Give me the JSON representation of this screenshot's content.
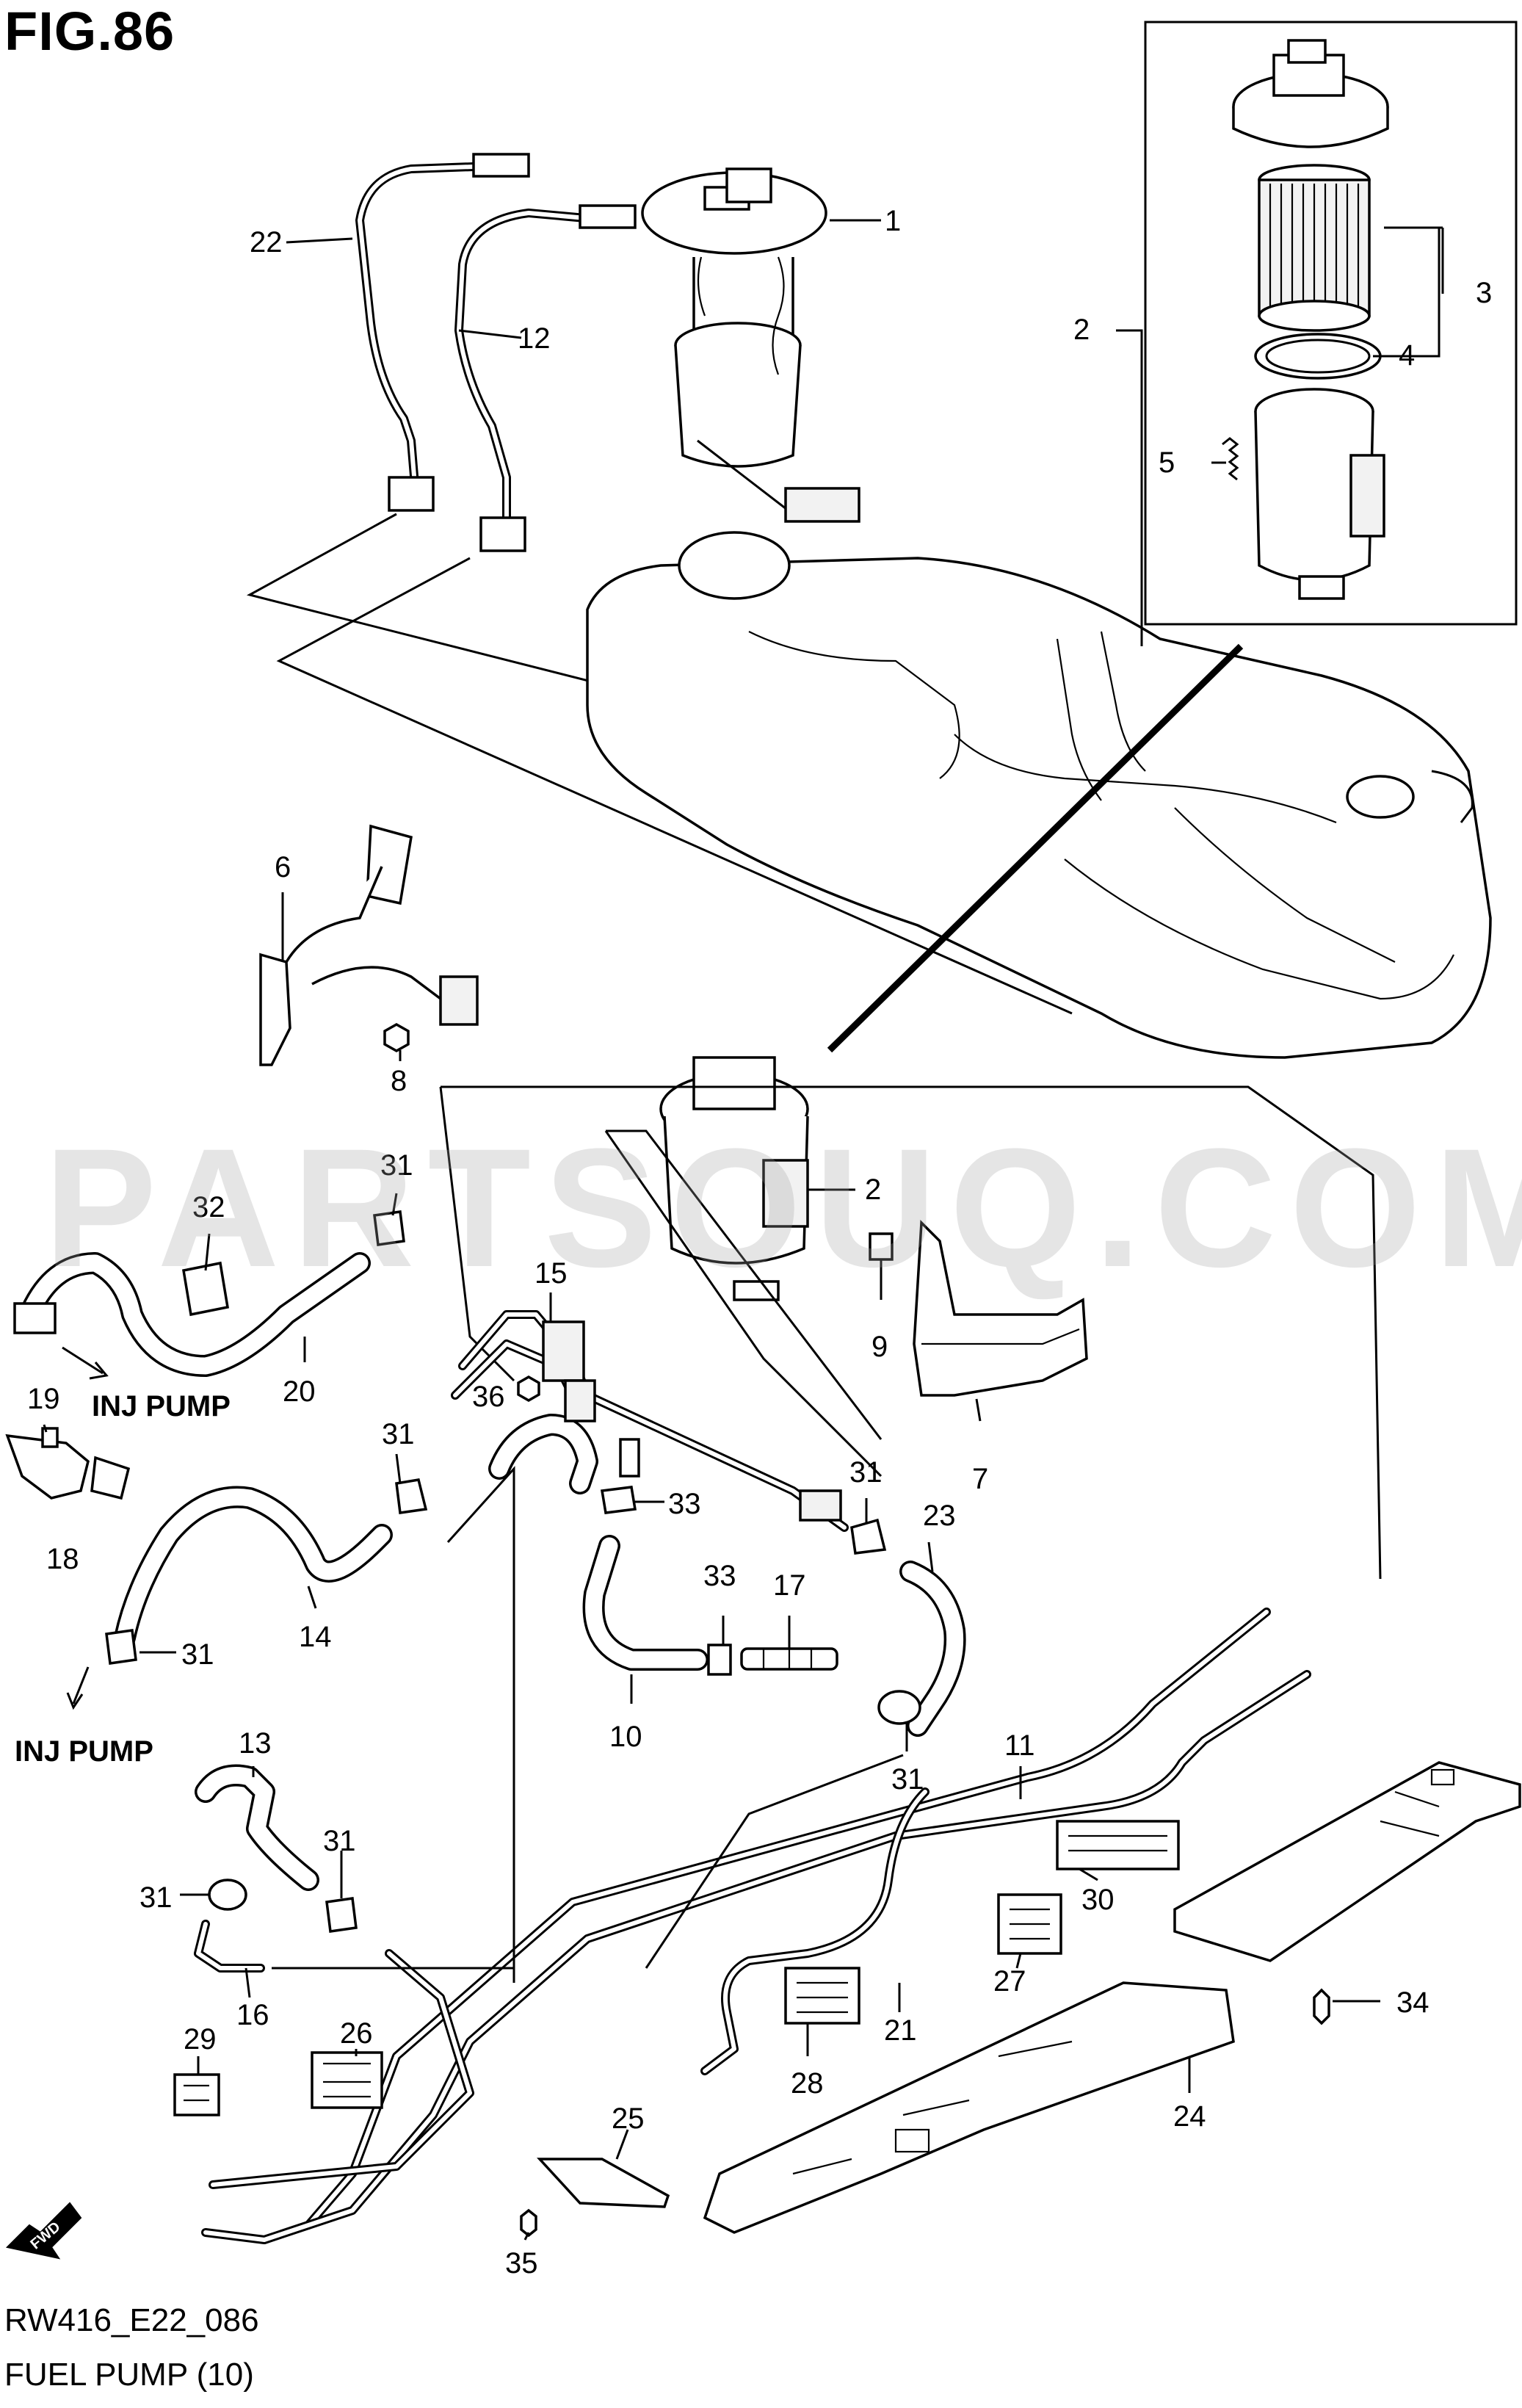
{
  "figure": {
    "title": "FIG.86",
    "code": "RW416_E22_086",
    "name": "FUEL PUMP (10)",
    "watermark": "PARTSOUQ.COM"
  },
  "notes": {
    "inj_pump_1": "INJ PUMP",
    "inj_pump_2": "INJ PUMP",
    "fwd": "FWD"
  },
  "callouts": [
    "1",
    "2",
    "3",
    "4",
    "5",
    "2",
    "6",
    "8",
    "7",
    "9",
    "15",
    "31",
    "32",
    "20",
    "19",
    "18",
    "36",
    "31",
    "33",
    "31",
    "23",
    "31",
    "14",
    "33",
    "17",
    "10",
    "31",
    "11",
    "13",
    "31",
    "31",
    "16",
    "26",
    "29",
    "30",
    "27",
    "21",
    "28",
    "34",
    "24",
    "25",
    "35"
  ],
  "colors": {
    "ink": "#000000",
    "paper": "#ffffff",
    "watermark": "#a0a0a0"
  }
}
